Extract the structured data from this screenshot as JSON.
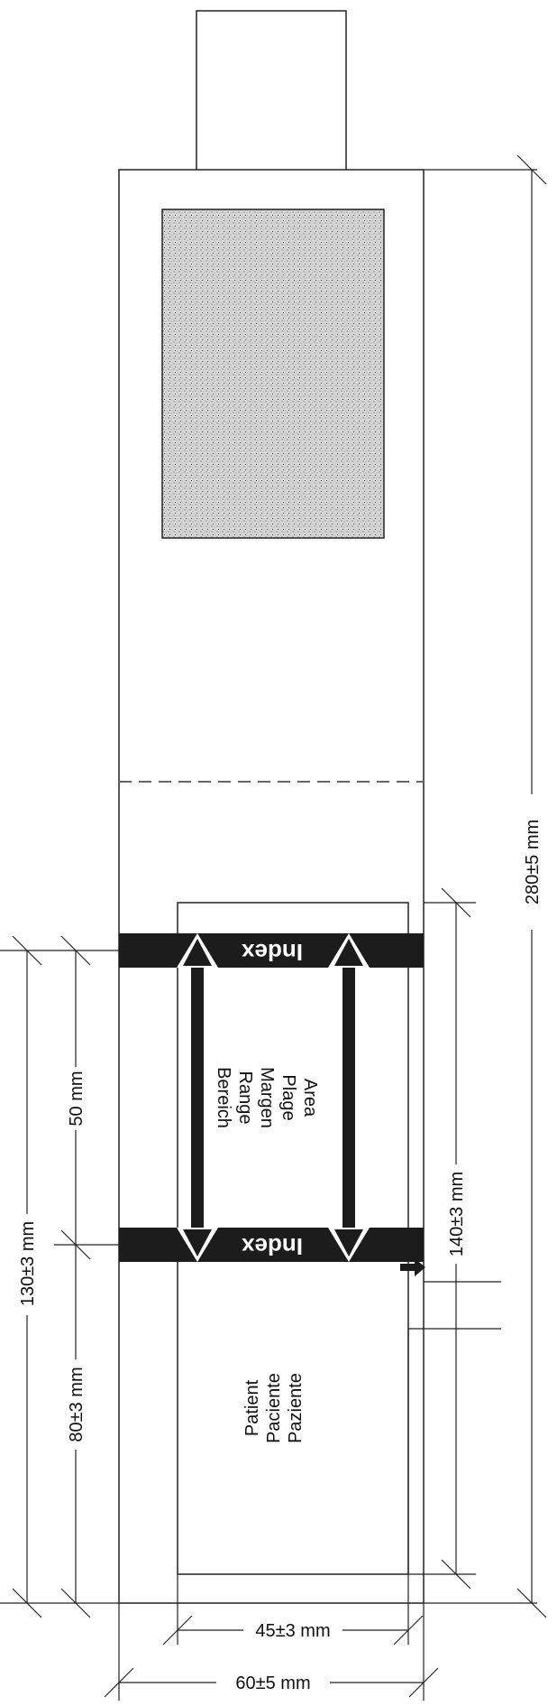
{
  "dimensions": {
    "total_length": "280±5 mm",
    "pad_zone": "140±3 mm",
    "outer_width": "60±5 mm",
    "inner_width": "45±3 mm",
    "upper_segment": "130±3 mm",
    "range_length": "50 mm",
    "lower_segment": "80±3 mm"
  },
  "index_labels": [
    "Index",
    "Index"
  ],
  "range_labels": [
    "Bereich",
    "Range",
    "Margen",
    "Plage",
    "Area"
  ],
  "patient_labels": [
    "Patient",
    "Paciente",
    "Paziente"
  ],
  "colors": {
    "ink": "#111111",
    "index_band": "#1c1c1c",
    "speckle_fill": "#d8d8d8",
    "dashed_line": "#666666"
  }
}
